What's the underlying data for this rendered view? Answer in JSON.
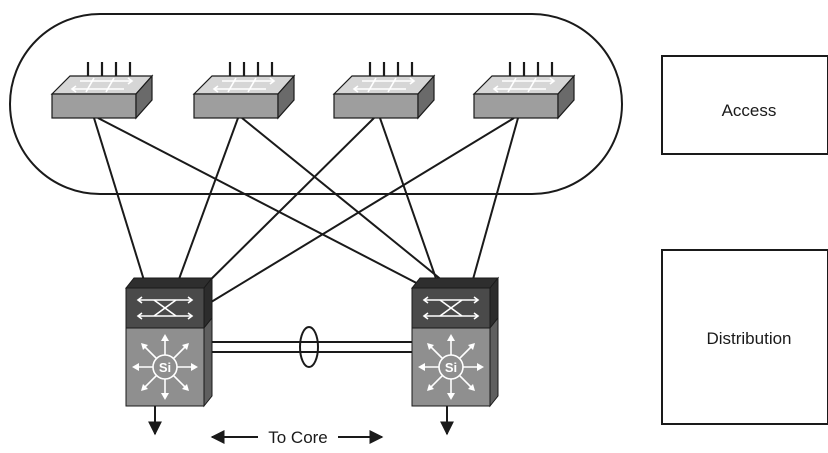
{
  "layers": {
    "access_label": "Access",
    "distribution_label": "Distribution"
  },
  "core": {
    "label": "To Core"
  },
  "switch_badge": "Si",
  "colors": {
    "line": "#1a1a1a",
    "switch_top": "#d9d9d9",
    "switch_front": "#9a9a9a",
    "switch_side": "#6b6b6b",
    "multilayer_top": "#3a3a3a",
    "multilayer_front": "#8c8c8c"
  }
}
